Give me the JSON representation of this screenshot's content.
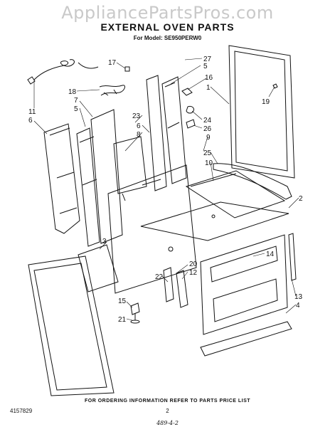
{
  "watermark": "AppliancePartsPros.com",
  "title": "EXTERNAL OVEN PARTS",
  "model_line": "For Model: SE950PERW0",
  "footer_note": "FOR ORDERING INFORMATION REFER TO PARTS PRICE LIST",
  "document_number": "4157829",
  "page_number": "2",
  "handwritten_code": "489-4-2",
  "callouts": [
    {
      "id": "c17",
      "label": "17"
    },
    {
      "id": "c27",
      "label": "27"
    },
    {
      "id": "c5a",
      "label": "5"
    },
    {
      "id": "c11",
      "label": "11"
    },
    {
      "id": "c6a",
      "label": "6"
    },
    {
      "id": "c18",
      "label": "18"
    },
    {
      "id": "c7",
      "label": "7"
    },
    {
      "id": "c5b",
      "label": "5"
    },
    {
      "id": "c16",
      "label": "16"
    },
    {
      "id": "c1",
      "label": "1"
    },
    {
      "id": "c19",
      "label": "19"
    },
    {
      "id": "c23",
      "label": "23"
    },
    {
      "id": "c6b",
      "label": "6"
    },
    {
      "id": "c8",
      "label": "8"
    },
    {
      "id": "c24",
      "label": "24"
    },
    {
      "id": "c26",
      "label": "26"
    },
    {
      "id": "c9",
      "label": "9"
    },
    {
      "id": "c25",
      "label": "25"
    },
    {
      "id": "c10",
      "label": "10"
    },
    {
      "id": "c2",
      "label": "2"
    },
    {
      "id": "c3",
      "label": "3"
    },
    {
      "id": "c14",
      "label": "14"
    },
    {
      "id": "c20",
      "label": "20"
    },
    {
      "id": "c12",
      "label": "12"
    },
    {
      "id": "c22",
      "label": "22"
    },
    {
      "id": "c15",
      "label": "15"
    },
    {
      "id": "c21",
      "label": "21"
    },
    {
      "id": "c13",
      "label": "13"
    },
    {
      "id": "c4",
      "label": "4"
    }
  ]
}
